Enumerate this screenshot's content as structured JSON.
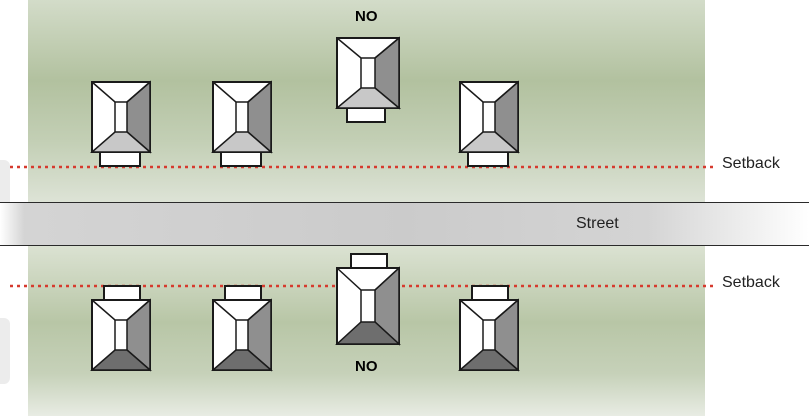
{
  "labels": {
    "street": "Street",
    "setback_top": "Setback",
    "setback_bottom": "Setback",
    "no_top": "NO",
    "no_bottom": "NO"
  },
  "colors": {
    "setback_line": "#d63a2e",
    "house_roof_light": "#ffffff",
    "house_roof_dark": "#8f8f8f",
    "house_outline": "#1a1a1a"
  }
}
